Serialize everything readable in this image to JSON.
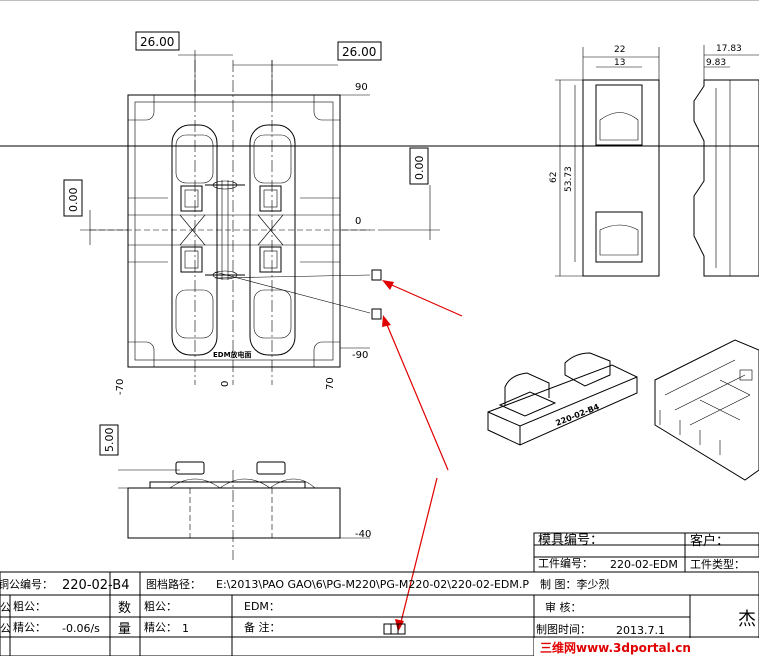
{
  "dimensions": {
    "top_left": "26.00",
    "top_right": "26.00",
    "left_vertical": "0.00",
    "right_vertical": "0.00",
    "lower_vertical": "5.00",
    "ord_90": "90",
    "ord_0": "0",
    "ord_neg90": "-90",
    "ord_neg40": "-40",
    "x_neg70": "-70",
    "x_0": "0",
    "x_70": "70",
    "side_22": "22",
    "side_13": "13",
    "side_62": "62",
    "side_5373": "53.73",
    "side_1783": "17.83",
    "side_983": "9.83"
  },
  "labels": {
    "edm_text": "EDM放电面",
    "part_engrave": "220-02-B4"
  },
  "title_block": {
    "mold_no_label": "模具编号：",
    "client_label": "客户：",
    "part_no_label": "工件编号：",
    "part_no_value": "220-02-EDM",
    "part_type_label": "工件类型：",
    "tool_no_label": "铜公编号：",
    "tool_no_value": "220-02-B4",
    "path_label": "图档路径：",
    "path_value": "E:\\2013\\PAO GAO\\6\\PG-M220\\PG-M220-02\\220-02-EDM.P",
    "drawer": "制  图：李少烈",
    "rough_label": "粗公：",
    "qty_char1": "数",
    "rough2_label": "粗公：",
    "edm_label": "EDM：",
    "review_label": "审  核：",
    "fine_label": "精公：",
    "fine_value": "-0.06/s",
    "qty_char2": "量",
    "fine2_label": "精公：",
    "fine2_value": "1",
    "remark_label": "备  注：",
    "date_label": "制图时间：",
    "date_value": "2013.7.1",
    "company_char": "杰",
    "row_side_char1": "公",
    "row_side_char2": "公"
  },
  "watermark": "三维网www.3dportal.cn",
  "colors": {
    "annotation_arrow": "#e00000",
    "watermark": "#e00000"
  }
}
